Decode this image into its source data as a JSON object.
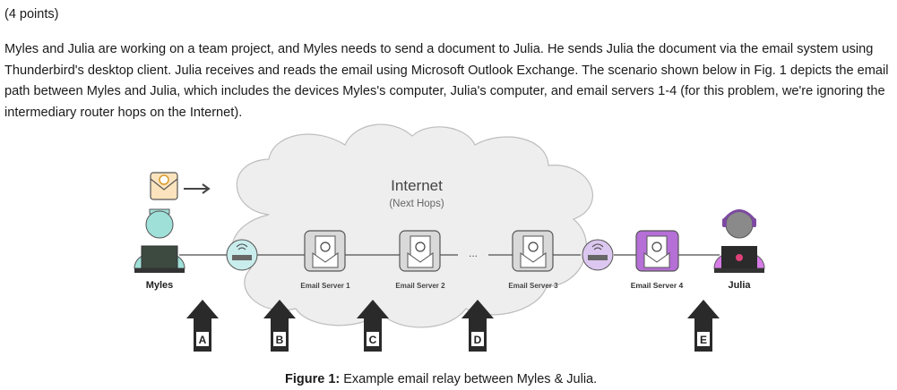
{
  "header": {
    "points": "(4 points)"
  },
  "paragraph": "Myles and Julia are working on a team project, and Myles needs to send a document to Julia. He sends Julia the document via the email system using Thunderbird's desktop client. Julia receives and reads the email using Microsoft Outlook Exchange. The scenario shown below in Fig. 1 depicts the email path between Myles and Julia, which includes the devices Myles's computer, Julia's computer, and email servers 1-4 (for this problem, we're ignoring the intermediary router hops on the Internet).",
  "diagram": {
    "cloud_title": "Internet",
    "cloud_subtitle": "(Next Hops)",
    "ellipsis": "...",
    "nodes": {
      "myles": "Myles",
      "julia": "Julia",
      "server1": "Email Server 1",
      "server2": "Email Server 2",
      "server3": "Email Server 3",
      "server4": "Email Server 4"
    },
    "arrows": [
      "A",
      "B",
      "C",
      "D",
      "E"
    ],
    "colors": {
      "cloud": "#eeeeee",
      "person": "#9fe0d9",
      "julia": "#d77be8",
      "server4": "#b56fd6",
      "router": "#c9ecec"
    }
  },
  "caption": {
    "label": "Figure 1:",
    "text": " Example email relay between Myles & Julia."
  }
}
